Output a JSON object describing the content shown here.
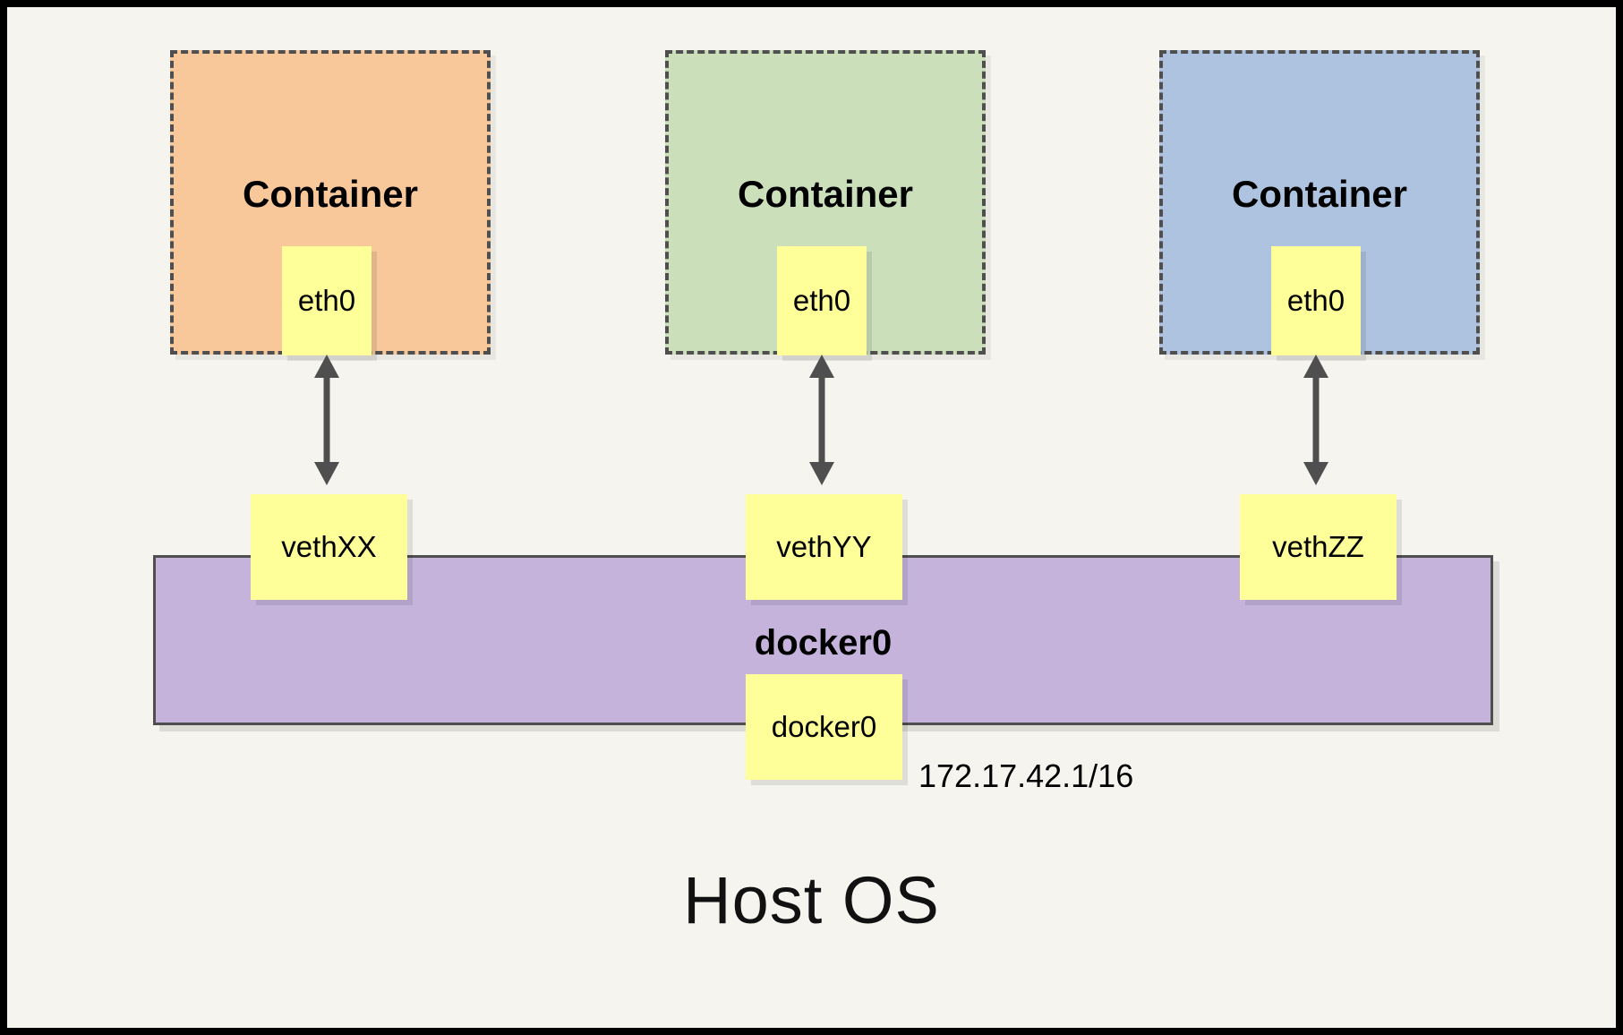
{
  "diagram": {
    "title_bottom": "Host OS",
    "bridge": {
      "name": "docker0",
      "port_label": "docker0",
      "ip": "172.17.42.1/16",
      "color": "#c5b3dc"
    },
    "containers": [
      {
        "label": "Container",
        "iface": "eth0",
        "veth": "vethXX",
        "color": "#f8c79a"
      },
      {
        "label": "Container",
        "iface": "eth0",
        "veth": "vethYY",
        "color": "#cbdfbb"
      },
      {
        "label": "Container",
        "iface": "eth0",
        "veth": "vethZZ",
        "color": "#aec3e0"
      }
    ],
    "colors": {
      "background": "#f5f4ef",
      "frame": "#000000",
      "iface_box": "#ffff99",
      "arrow": "#4f4f4f",
      "dashed_border": "#4f4f4f"
    }
  }
}
